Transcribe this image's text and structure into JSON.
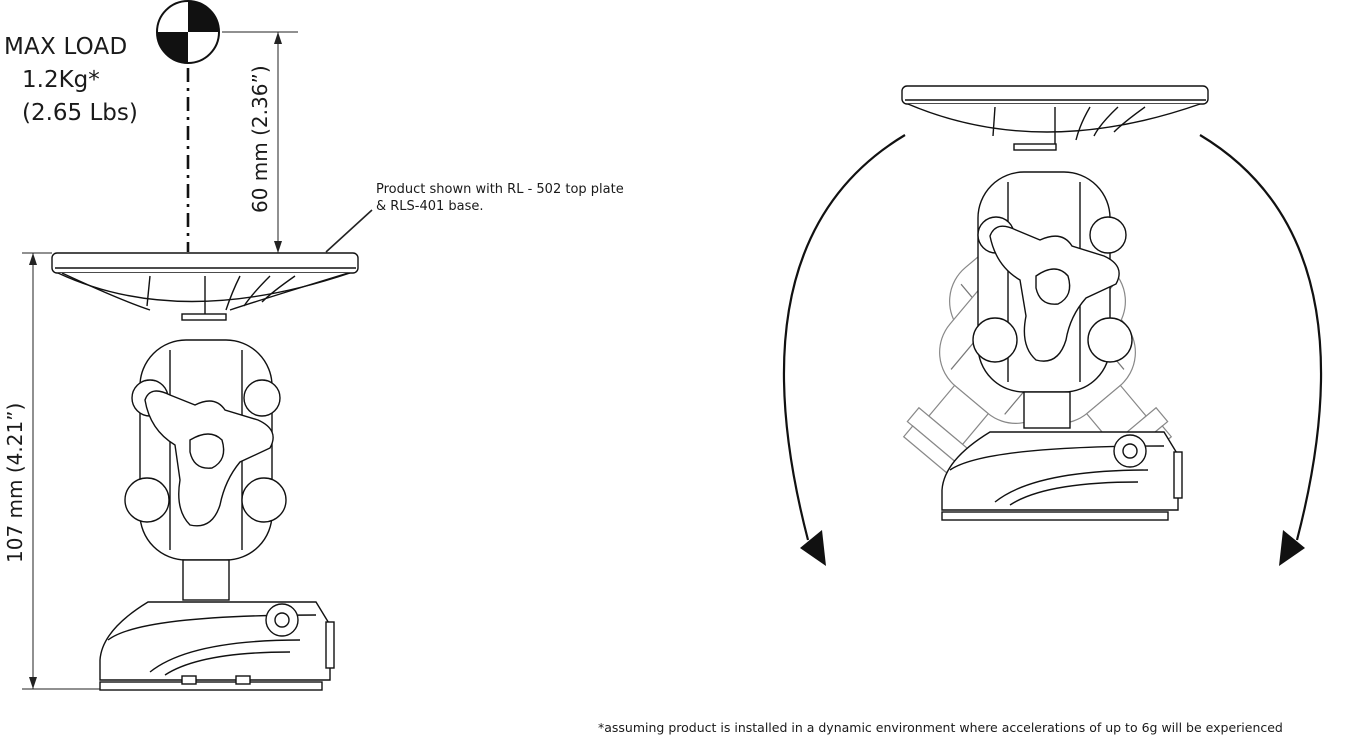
{
  "max_load": {
    "label": "MAX LOAD",
    "kg": "1.2Kg*",
    "lbs": "(2.65 Lbs)"
  },
  "note": {
    "line1": "Product shown with RL - 502 top plate",
    "line2": "& RLS-401 base."
  },
  "dimensions": {
    "height_above": "60 mm (2.36”)",
    "height_total": "107 mm (4.21”)"
  },
  "footnote": "*assuming product is installed in a dynamic environment where accelerations of up to 6g will be experienced",
  "icons": {
    "cog_marker": "center-of-gravity-icon",
    "rotation": "rotation-arrow-icon"
  }
}
